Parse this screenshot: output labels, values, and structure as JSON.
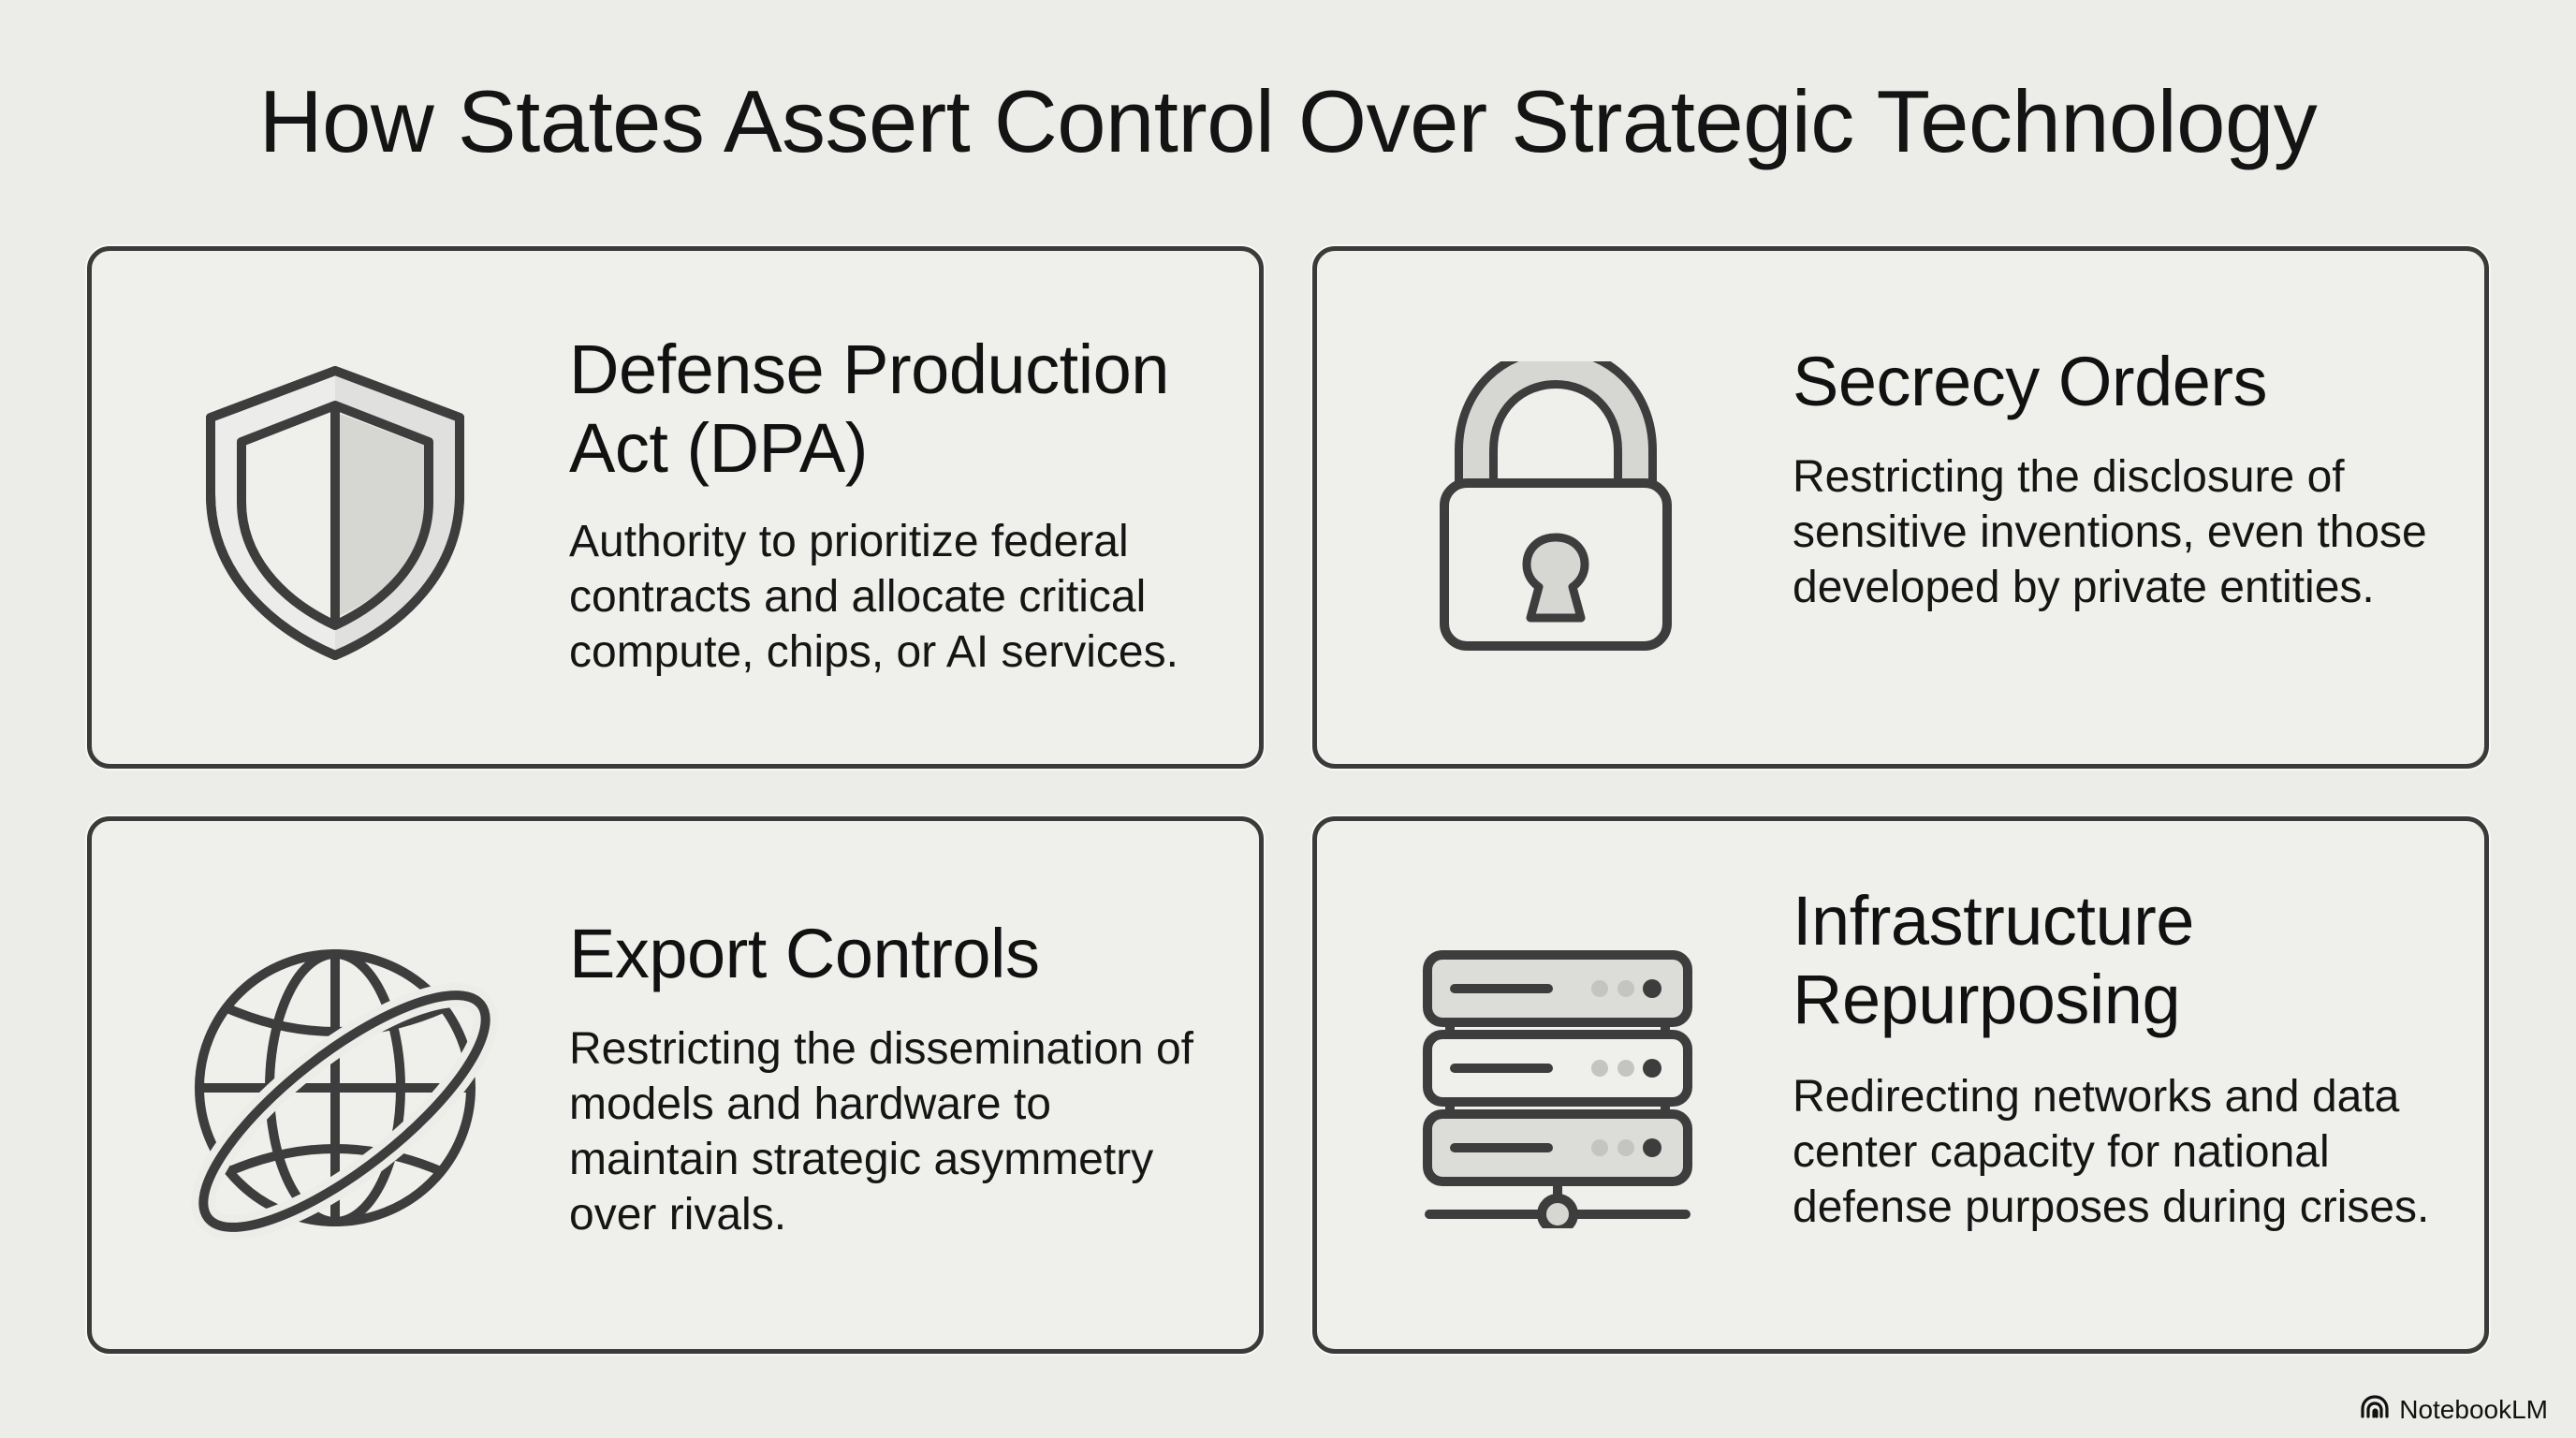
{
  "title": "How States Assert Control Over Strategic Technology",
  "cards": [
    {
      "title_lines": [
        "Defense Production",
        "Act (DPA)"
      ],
      "description": "Authority to prioritize federal contracts and allocate critical compute, chips, or AI services.",
      "icon": "shield-icon"
    },
    {
      "title_lines": [
        "Secrecy Orders"
      ],
      "description": "Restricting the disclosure of sensitive inventions, even those developed by private entities.",
      "icon": "padlock-icon"
    },
    {
      "title_lines": [
        "Export Controls"
      ],
      "description": "Restricting the dissemination of models and hardware to maintain strategic asymmetry over rivals.",
      "icon": "globe-orbit-icon"
    },
    {
      "title_lines": [
        "Infrastructure",
        "Repurposing"
      ],
      "description": "Redirecting networks and data center capacity for national defense purposes during crises.",
      "icon": "server-stack-icon"
    }
  ],
  "branding": {
    "label": "NotebookLM",
    "icon": "notebooklm-logo-icon"
  },
  "colors": {
    "background": "#ecece8",
    "card_border": "#3a3a3a",
    "icon_stroke": "#3d3d3d",
    "icon_fill_light": "#d9d9d6",
    "text": "#111111"
  }
}
